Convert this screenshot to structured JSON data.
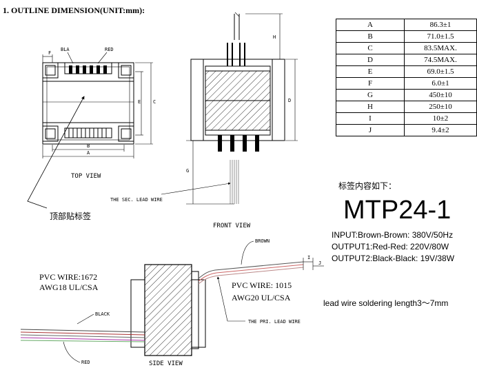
{
  "heading": "1. OUTLINE DIMENSION(UNIT:mm):",
  "dimension_table": [
    {
      "key": "A",
      "value": "86.3±1"
    },
    {
      "key": "B",
      "value": "71.0±1.5"
    },
    {
      "key": "C",
      "value": "83.5MAX."
    },
    {
      "key": "D",
      "value": "74.5MAX."
    },
    {
      "key": "E",
      "value": "69.0±1.5"
    },
    {
      "key": "F",
      "value": "6.0±1"
    },
    {
      "key": "G",
      "value": "450±10"
    },
    {
      "key": "H",
      "value": "250±10"
    },
    {
      "key": "I",
      "value": "10±2"
    },
    {
      "key": "J",
      "value": "9.4±2"
    }
  ],
  "label_section": {
    "title": "标签内容如下：",
    "model": "MTP24-1",
    "input": "INPUT:Brown-Brown: 380V/50Hz",
    "output1": "OUTPUT1:Red-Red: 220V/80W",
    "output2": "OUTPUT2:Black-Black: 19V/38W"
  },
  "solder_note": "lead wire soldering length3～7mm",
  "top_view": {
    "caption": "TOP VIEW",
    "wire_black": "BLA",
    "wire_red": "RED",
    "dim_a": "A",
    "dim_b": "B",
    "dim_c": "C",
    "dim_e": "E",
    "dim_f": "F",
    "callout": "顶部贴标签"
  },
  "front_view": {
    "caption": "FRONT VIEW",
    "dim_h": "H",
    "dim_d": "D",
    "dim_g": "G",
    "sec_lead": "THE SEC. LEAD WIRE"
  },
  "side_view": {
    "caption": "SIDE VIEW",
    "pvc1_line1": "PVC WIRE:1672",
    "pvc1_line2": "AWG18 UL/CSA",
    "pvc2_line1": "PVC WIRE: 1015",
    "pvc2_line2": "AWG20 UL/CSA",
    "wire_black": "BLACK",
    "wire_red": "RED",
    "wire_brown": "BROWN",
    "pri_lead": "THE PRI. LEAD WIRE",
    "dim_i": "I",
    "dim_j": "J"
  }
}
